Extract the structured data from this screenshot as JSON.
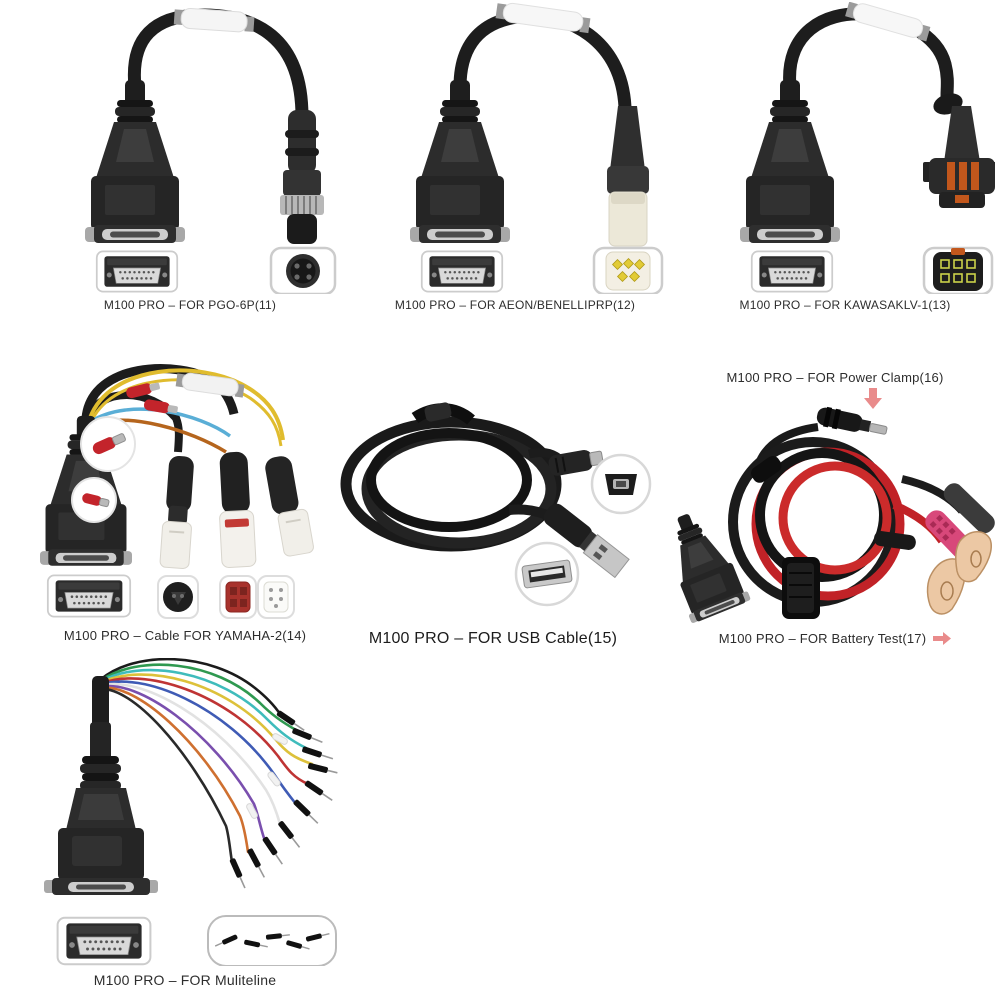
{
  "products": [
    {
      "id": "pgo-6p",
      "caption": "M100 PRO – FOR PGO-6P(11)"
    },
    {
      "id": "aeon-benelli",
      "caption": "M100 PRO – FOR AEON/BENELLIPRP(12)"
    },
    {
      "id": "kawasaki-lv1",
      "caption": "M100 PRO – FOR KAWASAKLV-1(13)"
    },
    {
      "id": "yamaha-2",
      "caption": "M100 PRO –  Cable FOR YAMAHA-2(14)"
    },
    {
      "id": "usb-cable",
      "caption": "M100 PRO – FOR USB Cable(15)"
    },
    {
      "id": "power-clamp",
      "caption": "M100 PRO – FOR Power Clamp(16)"
    },
    {
      "id": "battery-test",
      "caption": "M100 PRO – FOR Battery Test(17)"
    },
    {
      "id": "multiline",
      "caption": "M100 PRO – FOR Muliteline"
    }
  ],
  "icons": {
    "power_clamp_pointer": "down-arrow",
    "battery_test_pointer": "right-arrow"
  },
  "colors": {
    "background": "#ffffff",
    "cable_black": "#1c1c1c",
    "label_white": "#f5f5f5",
    "metal_silver": "#b8b8b8",
    "connector_cream": "#ece8d8",
    "pins_yellow": "#e2cb35",
    "pins_yellow_green": "#ccd24a",
    "slot_orange": "#c2571c",
    "wire_red": "#c12227",
    "wire_yellow": "#e0bc2e",
    "wire_blue": "#5aaed6",
    "wire_orange": "#b5651d",
    "clip_pink": "#d8487a",
    "clip_copper": "#e8c09a",
    "arrow_red": "#e98b8b"
  }
}
